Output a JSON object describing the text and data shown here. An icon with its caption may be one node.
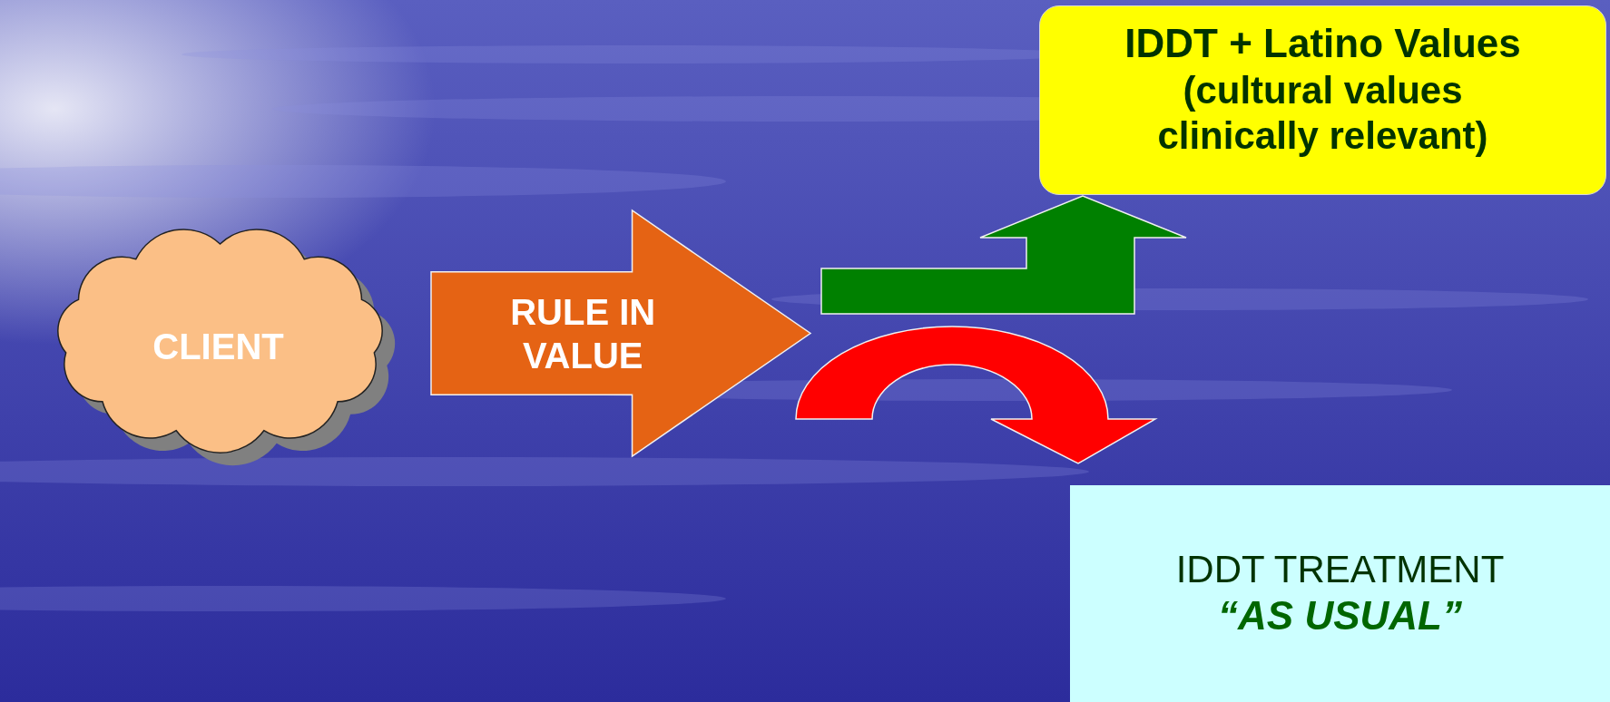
{
  "diagram": {
    "nodes": [
      {
        "text": [
          "CLIENT"
        ]
      },
      {
        "text": [
          "RULE IN VALUE"
        ]
      },
      {
        "text": [
          "IDDT + Latino Values",
          "(cultural values clinically relevant)"
        ]
      },
      {
        "text": [
          "IDDT TREATMENT",
          "“AS USUAL”"
        ]
      }
    ],
    "edges": [
      {
        "from": 1,
        "to": 2,
        "arrow": "to",
        "style": "thick",
        "color": "#008000"
      },
      {
        "from": 1,
        "to": 3,
        "arrow": "to",
        "style": "thick",
        "color": "#ff0000"
      }
    ]
  }
}
